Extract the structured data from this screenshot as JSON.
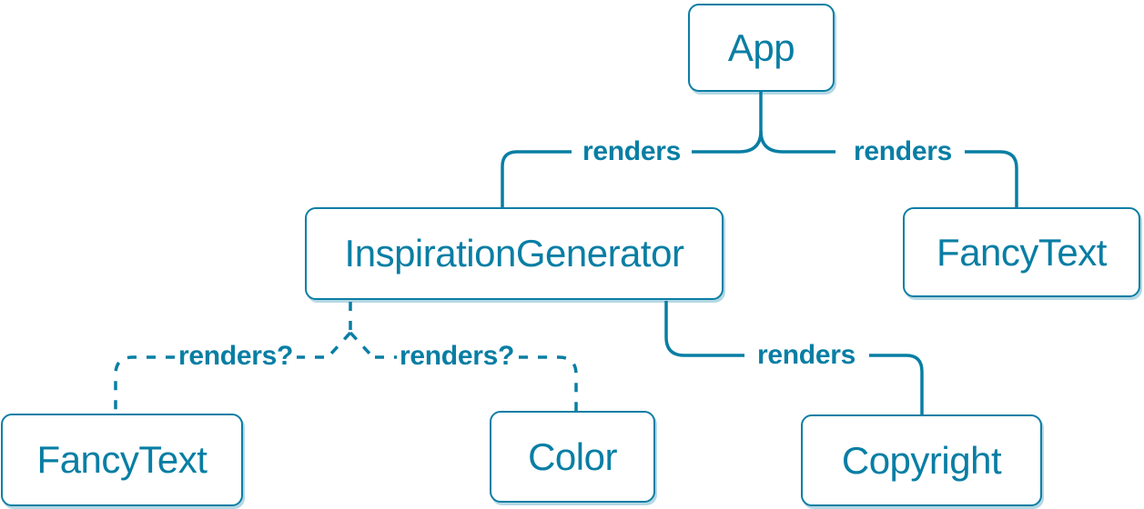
{
  "diagram": {
    "type": "component-render-tree",
    "colors": {
      "accent": "#087ea4",
      "node_border": "#0a7ea4",
      "node_fill": "#ffffff",
      "edge_stroke": "#087ea4"
    },
    "nodes": [
      {
        "id": "app",
        "label": "App"
      },
      {
        "id": "inspiration-generator",
        "label": "InspirationGenerator"
      },
      {
        "id": "fancy-text-top",
        "label": "FancyText"
      },
      {
        "id": "fancy-text-bottom",
        "label": "FancyText"
      },
      {
        "id": "color",
        "label": "Color"
      },
      {
        "id": "copyright",
        "label": "Copyright"
      }
    ],
    "edges": [
      {
        "from": "App",
        "to": "InspirationGenerator",
        "label": "renders",
        "style": "solid"
      },
      {
        "from": "App",
        "to": "FancyText",
        "label": "renders",
        "style": "solid"
      },
      {
        "from": "InspirationGenerator",
        "to": "FancyText",
        "label": "renders?",
        "style": "dashed"
      },
      {
        "from": "InspirationGenerator",
        "to": "Color",
        "label": "renders?",
        "style": "dashed"
      },
      {
        "from": "InspirationGenerator",
        "to": "Copyright",
        "label": "renders",
        "style": "solid"
      }
    ]
  }
}
